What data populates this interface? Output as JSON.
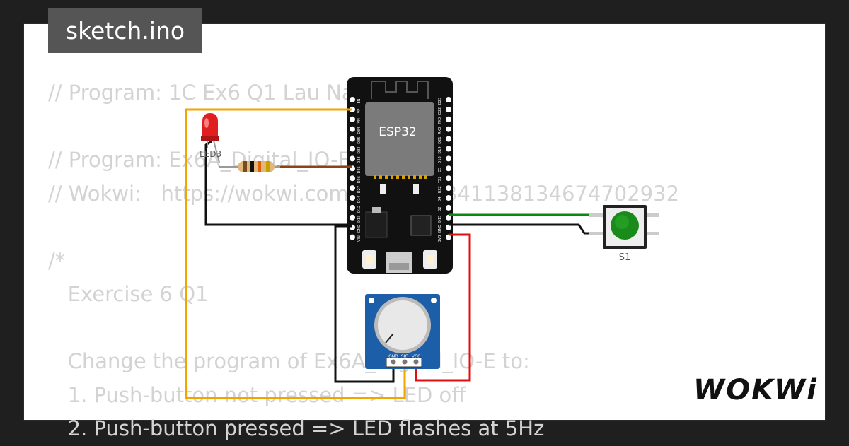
{
  "file_tab": {
    "label": "sketch.ino"
  },
  "code_lines": [
    "// Program: 1C Ex6 Q1 Lau Nai Ho.ino",
    "",
    "// Program: Ex6A_Digital_IO-E",
    "// Wokwi:   https://wokwi.com/projects/341138134674702932",
    "",
    "/*",
    "   Exercise 6 Q1",
    "",
    "   Change the program of Ex6A_Digital_IO-E to:",
    "   1. Push-button not pressed => LED off",
    "   2. Push-button pressed => LED flashes at 5Hz"
  ],
  "parts": {
    "esp32": {
      "label": "ESP32"
    },
    "led": {
      "label": "LED3",
      "color": "#e02020"
    },
    "button": {
      "label": "S1",
      "color": "#1a8a1a"
    },
    "potentiometer": {
      "pin_gnd": "GND",
      "pin_sig": "SIG",
      "pin_vcc": "VCC"
    }
  },
  "esp32_pins_left": [
    "EN",
    "VP",
    "VN",
    "D34",
    "D35",
    "D32",
    "D33",
    "D25",
    "D26",
    "D27",
    "D14",
    "D12",
    "D13",
    "GND",
    "VIN"
  ],
  "esp32_pins_right": [
    "D23",
    "D22",
    "TX0",
    "RX0",
    "D21",
    "D19",
    "D18",
    "D5",
    "TX2",
    "RX2",
    "D4",
    "D2",
    "D15",
    "GND",
    "3V3"
  ],
  "wire_colors": {
    "orange": "#f0a500",
    "black": "#111111",
    "green": "#0a8a0a",
    "red": "#e01010",
    "brown": "#8b4513"
  },
  "brand": {
    "logo_text": "WOKWi"
  }
}
